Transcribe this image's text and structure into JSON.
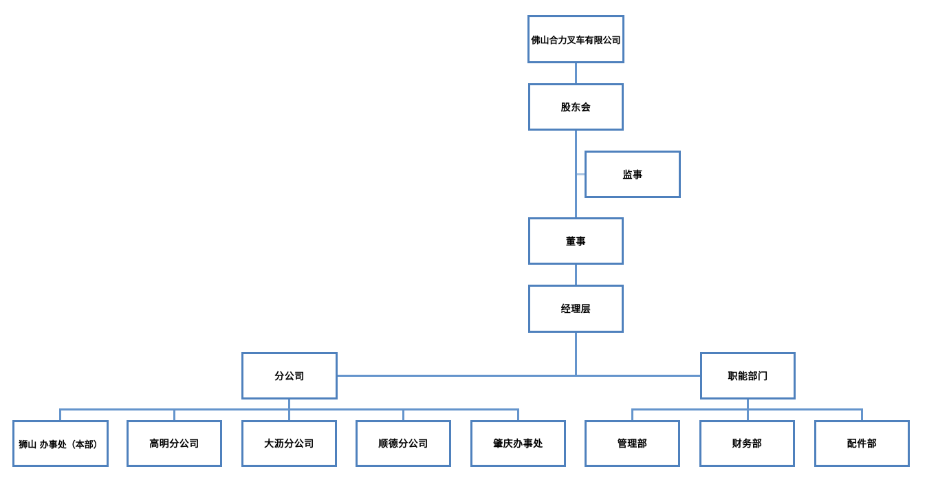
{
  "org_chart": {
    "nodes": {
      "company": {
        "label": "佛山合力叉车有限公司"
      },
      "shareholders": {
        "label": "股东会"
      },
      "supervisor": {
        "label": "监事"
      },
      "director": {
        "label": "董事"
      },
      "management": {
        "label": "经理层"
      },
      "branches": {
        "label": "分公司"
      },
      "functional": {
        "label": "职能部门"
      },
      "shishan": {
        "label": "狮山 办事处（本部）"
      },
      "gaoming": {
        "label": "高明分公司"
      },
      "dali": {
        "label": "大沥分公司"
      },
      "shunde": {
        "label": "顺德分公司"
      },
      "zhaoqing": {
        "label": "肇庆办事处"
      },
      "admin": {
        "label": "管理部"
      },
      "finance": {
        "label": "财务部"
      },
      "parts": {
        "label": "配件部"
      }
    },
    "hierarchy": [
      {
        "parent": "company",
        "children": [
          "shareholders"
        ]
      },
      {
        "parent": "shareholders",
        "children": [
          "director"
        ],
        "side_attached": [
          "supervisor"
        ]
      },
      {
        "parent": "director",
        "children": [
          "management"
        ]
      },
      {
        "parent": "management",
        "children": [
          "branches",
          "functional"
        ]
      },
      {
        "parent": "branches",
        "children": [
          "shishan",
          "gaoming",
          "dali",
          "shunde",
          "zhaoqing"
        ]
      },
      {
        "parent": "functional",
        "children": [
          "admin",
          "finance",
          "parts"
        ]
      }
    ],
    "colors": {
      "box_border": "#4f81bd",
      "connector": "#6494cc",
      "connector_light": "#aac4e2",
      "text": "#000000",
      "background": "#ffffff"
    }
  }
}
